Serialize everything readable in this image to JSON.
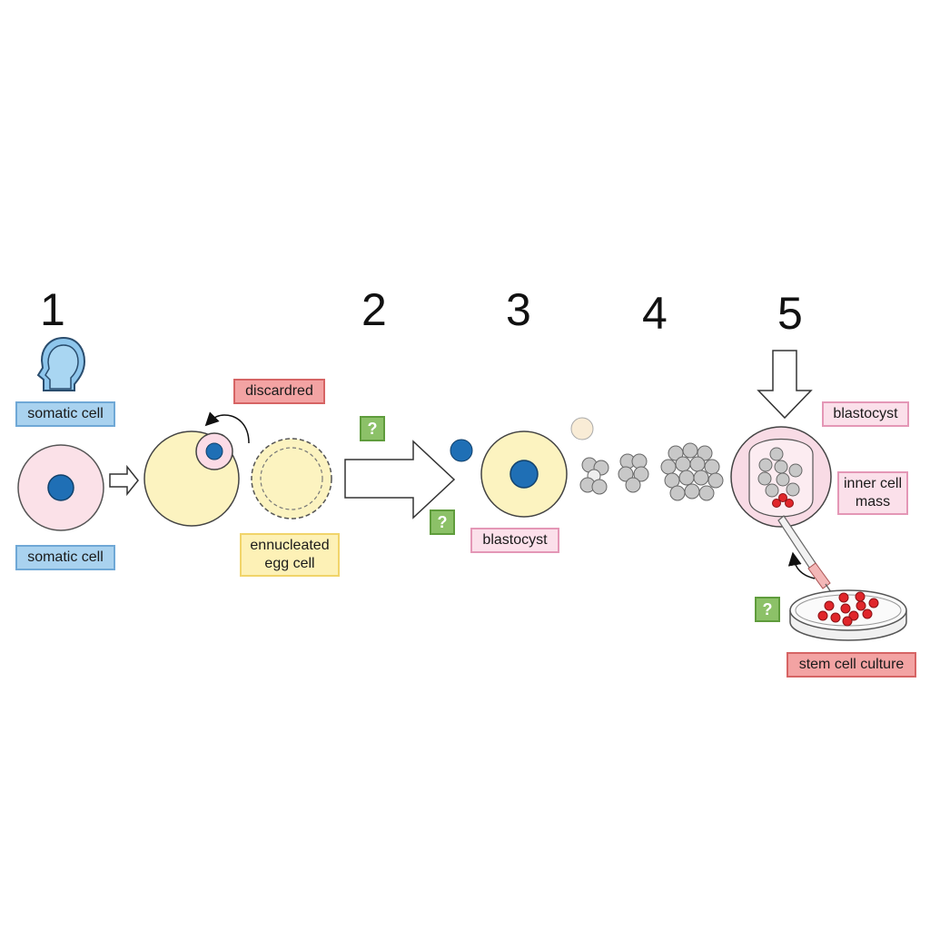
{
  "steps": [
    "1",
    "2",
    "3",
    "4",
    "5"
  ],
  "labels": {
    "somatic_cell_top": "somatic cell",
    "somatic_cell_bottom": "somatic cell",
    "discarded": "discardred",
    "enucleated": "ennucleated egg cell",
    "blastocyst_mid": "blastocyst",
    "blastocyst_right": "blastocyst",
    "inner_cell_mass": "inner cell mass",
    "stem_cell_culture": "stem cell culture"
  },
  "unknown_mark": "?",
  "icons": {
    "head": "human-head-icon",
    "arrow": "arrow-right-icon",
    "arrow_down": "arrow-down-icon",
    "curved": "curved-arrow-icon"
  },
  "colors": {
    "cell_pink": "#fbe1e8",
    "nucleus_blue": "#1f6fb5",
    "egg_yellow": "#fcf3c0",
    "cluster_grey": "#c8c8c8",
    "stem_red": "#e0262b",
    "label_blue": "#a9d2ef",
    "label_red": "#f3a3a3",
    "label_pink": "#fbe0ea",
    "label_yellow": "#fdf1b6",
    "question_green": "#8cc168"
  }
}
